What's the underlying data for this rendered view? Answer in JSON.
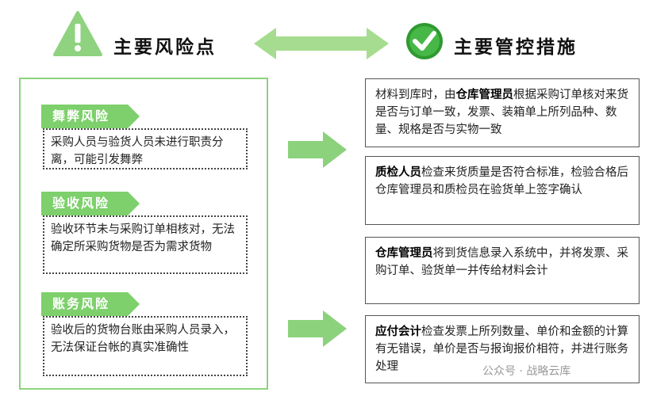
{
  "header": {
    "left_title": "主要风险点",
    "right_title": "主要管控措施"
  },
  "risks": [
    {
      "tag": "舞弊风险",
      "text": "采购人员与验货人员未进行职责分离，可能引发舞弊"
    },
    {
      "tag": "验收风险",
      "text": "验收环节未与采购订单相核对，无法确定所采购货物是否为需求货物"
    },
    {
      "tag": "账务风险",
      "text": "验收后的货物台账由采购人员录入，无法保证台帐的真实准确性"
    }
  ],
  "controls": [
    {
      "pre": "材料到库时，由",
      "bold": "仓库管理员",
      "post": "根据采购订单核对来货是否与订单一致，发票、装箱单上所列品种、数量、规格是否与实物一致"
    },
    {
      "pre": "",
      "bold": "质检人员",
      "post": "检查来货质量是否符合标准，检验合格后仓库管理员和质检员在验货单上签字确认"
    },
    {
      "pre": "",
      "bold": "仓库管理员",
      "post": "将到货信息录入系统中，并将发票、采购订单、验货单一并传给材料会计"
    },
    {
      "pre": "",
      "bold": "应付会计",
      "post": "检查发票上所列数量、单价和金额的计算有无错误，单价是否与报询报价相符，并进行账务处理"
    }
  ],
  "watermark": "公众号 · 战略云库",
  "colors": {
    "green": "#7dd06b",
    "light_green": "#a6dc8f",
    "dark_green": "#2f9a2f"
  }
}
